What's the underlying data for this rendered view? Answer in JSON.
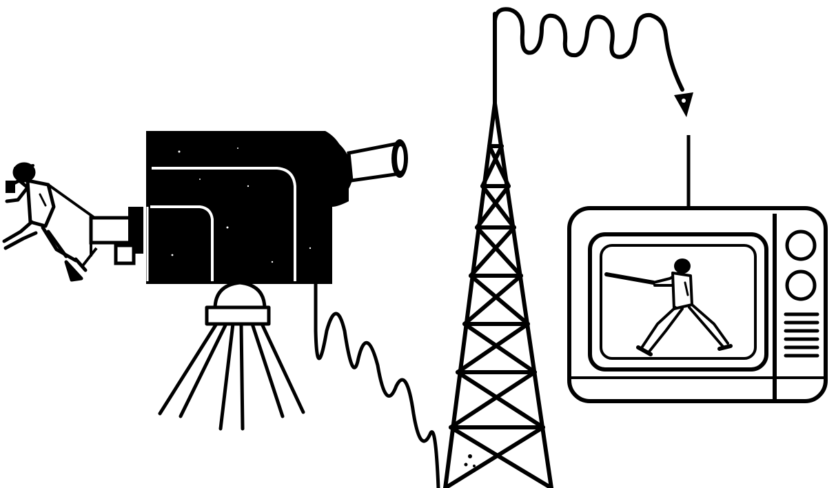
{
  "illustration": {
    "style": "black line drawing on white",
    "colors": {
      "ink": "#000000",
      "paper": "#ffffff"
    },
    "elements": [
      "pitcher-figure",
      "tv-camera",
      "camera-tripod",
      "camera-cable",
      "transmission-tower",
      "broadcast-signal",
      "television-set",
      "batter-figure"
    ]
  }
}
